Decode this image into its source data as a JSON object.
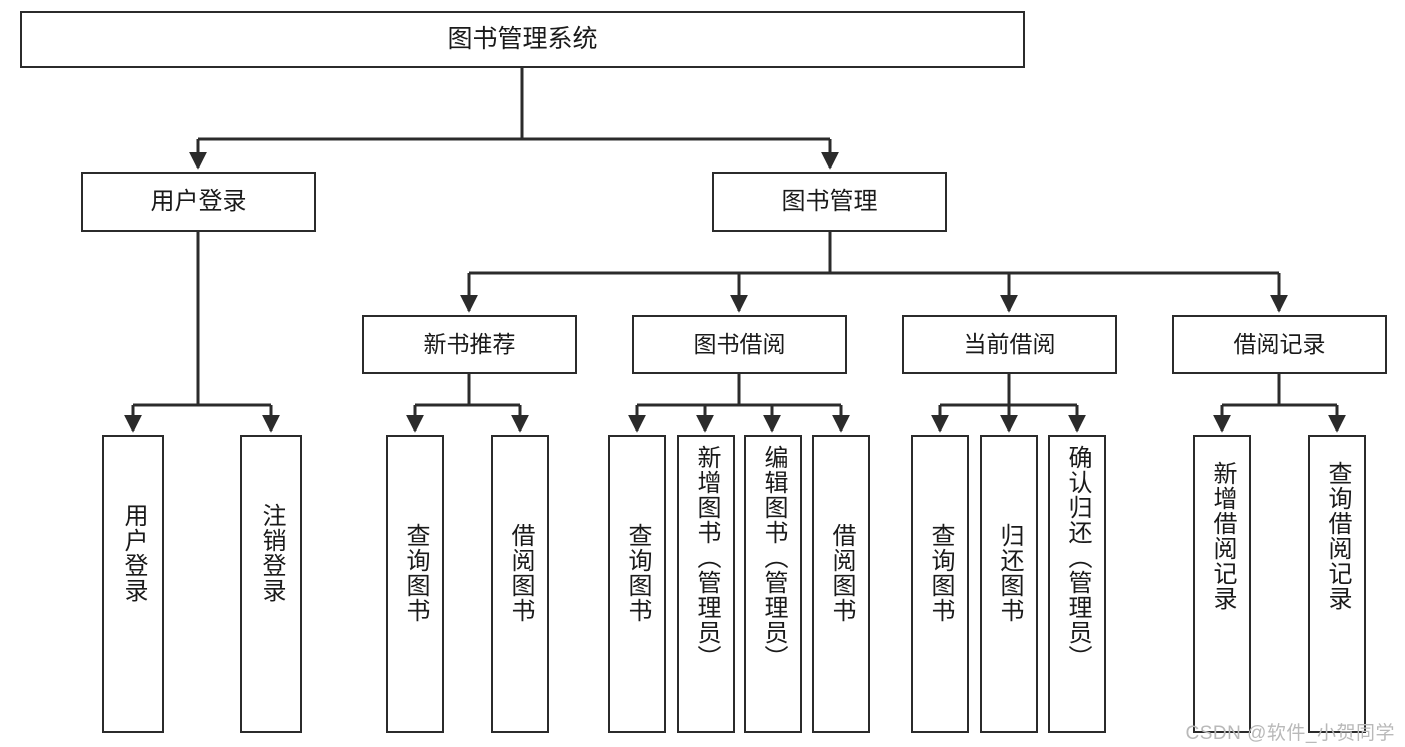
{
  "diagram": {
    "title_node": {
      "label": "图书管理系统"
    },
    "level2": [
      {
        "id": "user-login",
        "label": "用户登录"
      },
      {
        "id": "book-management",
        "label": "图书管理"
      }
    ],
    "level3": [
      {
        "id": "new-book-recommend",
        "label": "新书推荐"
      },
      {
        "id": "book-borrow",
        "label": "图书借阅"
      },
      {
        "id": "current-borrow",
        "label": "当前借阅"
      },
      {
        "id": "borrow-record",
        "label": "借阅记录"
      }
    ],
    "leaves": {
      "user_login": [
        {
          "id": "leaf-user-login",
          "label": "用户登录"
        },
        {
          "id": "leaf-user-logout",
          "label": "注销登录"
        }
      ],
      "new_book_recommend": [
        {
          "id": "leaf-query-book-1",
          "label": "查询图书"
        },
        {
          "id": "leaf-borrow-book-1",
          "label": "借阅图书"
        }
      ],
      "book_borrow": [
        {
          "id": "leaf-query-book-2",
          "label": "查询图书"
        },
        {
          "id": "leaf-add-book",
          "label": "新增图书（管理员）"
        },
        {
          "id": "leaf-edit-book",
          "label": "编辑图书（管理员）"
        },
        {
          "id": "leaf-borrow-book-2",
          "label": "借阅图书"
        }
      ],
      "current_borrow": [
        {
          "id": "leaf-query-book-3",
          "label": "查询图书"
        },
        {
          "id": "leaf-return-book",
          "label": "归还图书"
        },
        {
          "id": "leaf-confirm-return",
          "label": "确认归还（管理员）"
        }
      ],
      "borrow_record": [
        {
          "id": "leaf-add-borrow-record",
          "label": "新增借阅记录"
        },
        {
          "id": "leaf-query-borrow-record",
          "label": "查询借阅记录"
        }
      ]
    }
  },
  "watermark": {
    "text": "CSDN @软件_小贺同学"
  },
  "colors": {
    "stroke": "#2b2b2b",
    "fill": "#ffffff",
    "text": "#1a1a1a",
    "watermark": "#b9b9b9"
  }
}
